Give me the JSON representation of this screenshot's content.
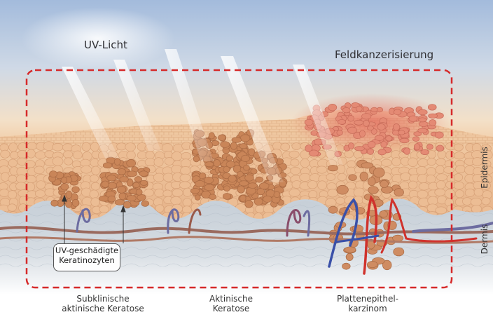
{
  "labels": {
    "uv_light": "UV-Licht",
    "field_cancerization": "Feldkanzerisierung",
    "callout_line1": "UV-geschädigte",
    "callout_line2": "Keratinozyten",
    "epidermis": "Epidermis",
    "dermis": "Dermis"
  },
  "stages": [
    {
      "line1": "Subklinische",
      "line2": "aktinische Keratose"
    },
    {
      "line1": "Aktinische",
      "line2": "Keratose"
    },
    {
      "line1": "Plattenepithel-",
      "line2": "karzinom"
    }
  ],
  "colors": {
    "sky_top": "#9db6d8",
    "sky_horizon": "#f5dcc0",
    "epidermis_cells": "#e7b184",
    "damaged_cells": "#c98558",
    "tumor_cells": "#e07a68",
    "dermis": "#c7d0d8",
    "vessel_artery": "#d0322c",
    "vessel_vein": "#3a50a8",
    "vessel_mixed": "#9a5a4a",
    "dashed_frame": "#d62a2a"
  }
}
